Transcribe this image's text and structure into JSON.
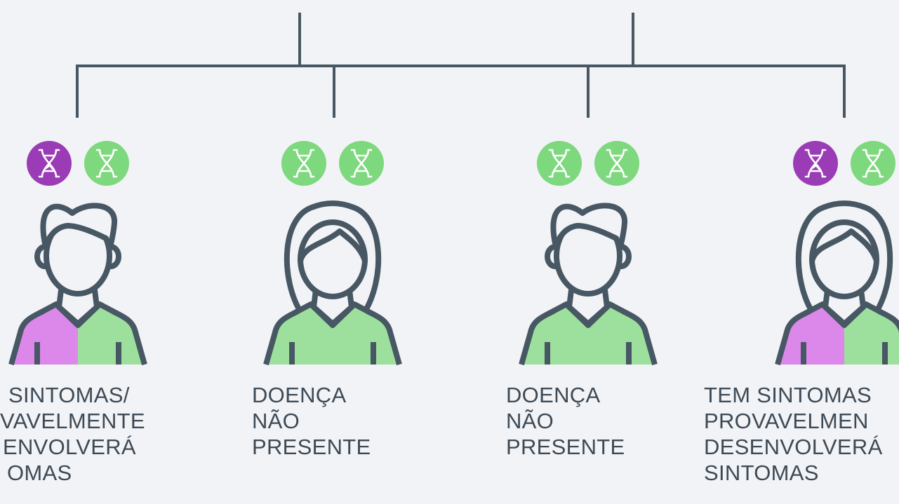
{
  "colors": {
    "line": "#475763",
    "affected_gene": "#9b3cb7",
    "normal_gene": "#7ed87e",
    "shirt_affected": "#dc88ea",
    "shirt_normal": "#9de09e",
    "skin": "#f2f3f6",
    "text": "#3d4a56",
    "background": "#f2f3f6"
  },
  "children": [
    {
      "id": "child-1",
      "figure": "boy",
      "genes": [
        "affected",
        "normal"
      ],
      "shirt": "split",
      "caption_lines": [
        "SINTOMAS/",
        "VAVELMENTE",
        "ENVOLVERÁ",
        "OMAS"
      ]
    },
    {
      "id": "child-2",
      "figure": "girl",
      "genes": [
        "normal",
        "normal"
      ],
      "shirt": "normal",
      "caption_lines": [
        "DOENÇA",
        "NÃO",
        "PRESENTE"
      ]
    },
    {
      "id": "child-3",
      "figure": "boy",
      "genes": [
        "normal",
        "normal"
      ],
      "shirt": "normal",
      "caption_lines": [
        "DOENÇA",
        "NÃO",
        "PRESENTE"
      ]
    },
    {
      "id": "child-4",
      "figure": "girl",
      "genes": [
        "affected",
        "normal"
      ],
      "shirt": "split",
      "caption_lines": [
        "TEM SINTOMAS",
        "PROVAVELMEN",
        "DESENVOLVERÁ",
        "SINTOMAS"
      ]
    }
  ]
}
